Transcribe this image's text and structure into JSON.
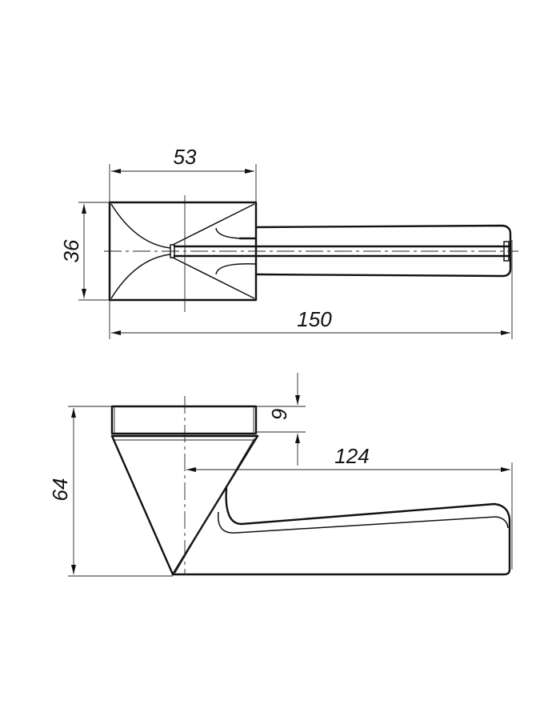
{
  "drawing": {
    "top_view": {
      "dimensions": {
        "rose_width": "53",
        "rose_height": "36",
        "overall_length": "150"
      }
    },
    "side_view": {
      "dimensions": {
        "overall_height": "64",
        "rose_thickness": "9",
        "lever_length": "124"
      }
    },
    "line_color": "#111111"
  }
}
